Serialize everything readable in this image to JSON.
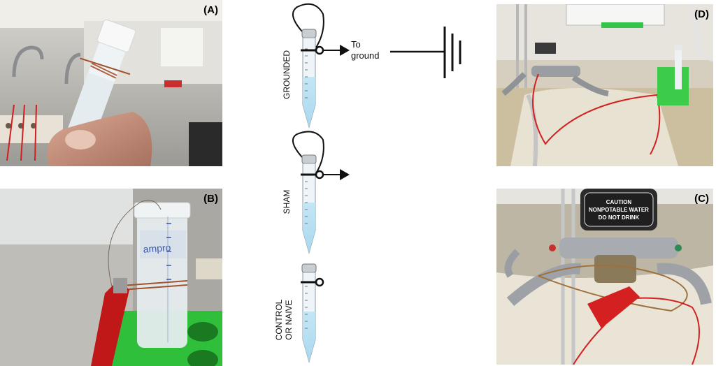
{
  "panels": {
    "a": {
      "label": "(A)"
    },
    "b": {
      "label": "(B)"
    },
    "c": {
      "label": "(C)"
    },
    "d": {
      "label": "(D)"
    }
  },
  "diagram": {
    "grounded_label": "GROUNDED",
    "sham_label": "SHAM",
    "control_label_line1": "CONTROL",
    "control_label_line2": "OR NAIVE",
    "to_ground_line1": "To",
    "to_ground_line2": "ground"
  },
  "sign": {
    "line1": "CAUTION",
    "line2": "NONPOTABLE WATER",
    "line3": "DO NOT DRINK"
  },
  "tube_label_text": "ampro",
  "colors": {
    "tube_liquid": "#bfe3f2",
    "clip_red": "#d42020",
    "rack_green": "#2fbf3a",
    "wire_copper": "#b07040"
  }
}
